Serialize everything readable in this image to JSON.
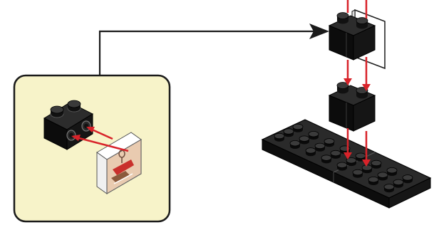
{
  "diagram": {
    "kind": "building-instruction-step",
    "callout_background": "#f7f3c9",
    "callout_border": "#1a1a1a",
    "brick_color": "#111111",
    "highlight_color": "#4a4a4a",
    "arrow_color": "#d8232a",
    "connector_color": "#1a1a1a",
    "tile_color": "#e9cbb0",
    "callout_parts": [
      {
        "part": "brick-1x2-with-side-studs",
        "color": "black",
        "icon": "brick-icon"
      },
      {
        "part": "printed-tile-2x2",
        "color": "white",
        "icon": "printed-tile-icon"
      }
    ],
    "assembly_parts": [
      {
        "part": "brick-1x2-with-printed-tile",
        "color": "black",
        "icon": "brick-icon"
      },
      {
        "part": "brick-1x2",
        "color": "black",
        "icon": "brick-icon"
      },
      {
        "part": "plate-2x8",
        "color": "black",
        "icon": "plate-icon"
      }
    ]
  }
}
